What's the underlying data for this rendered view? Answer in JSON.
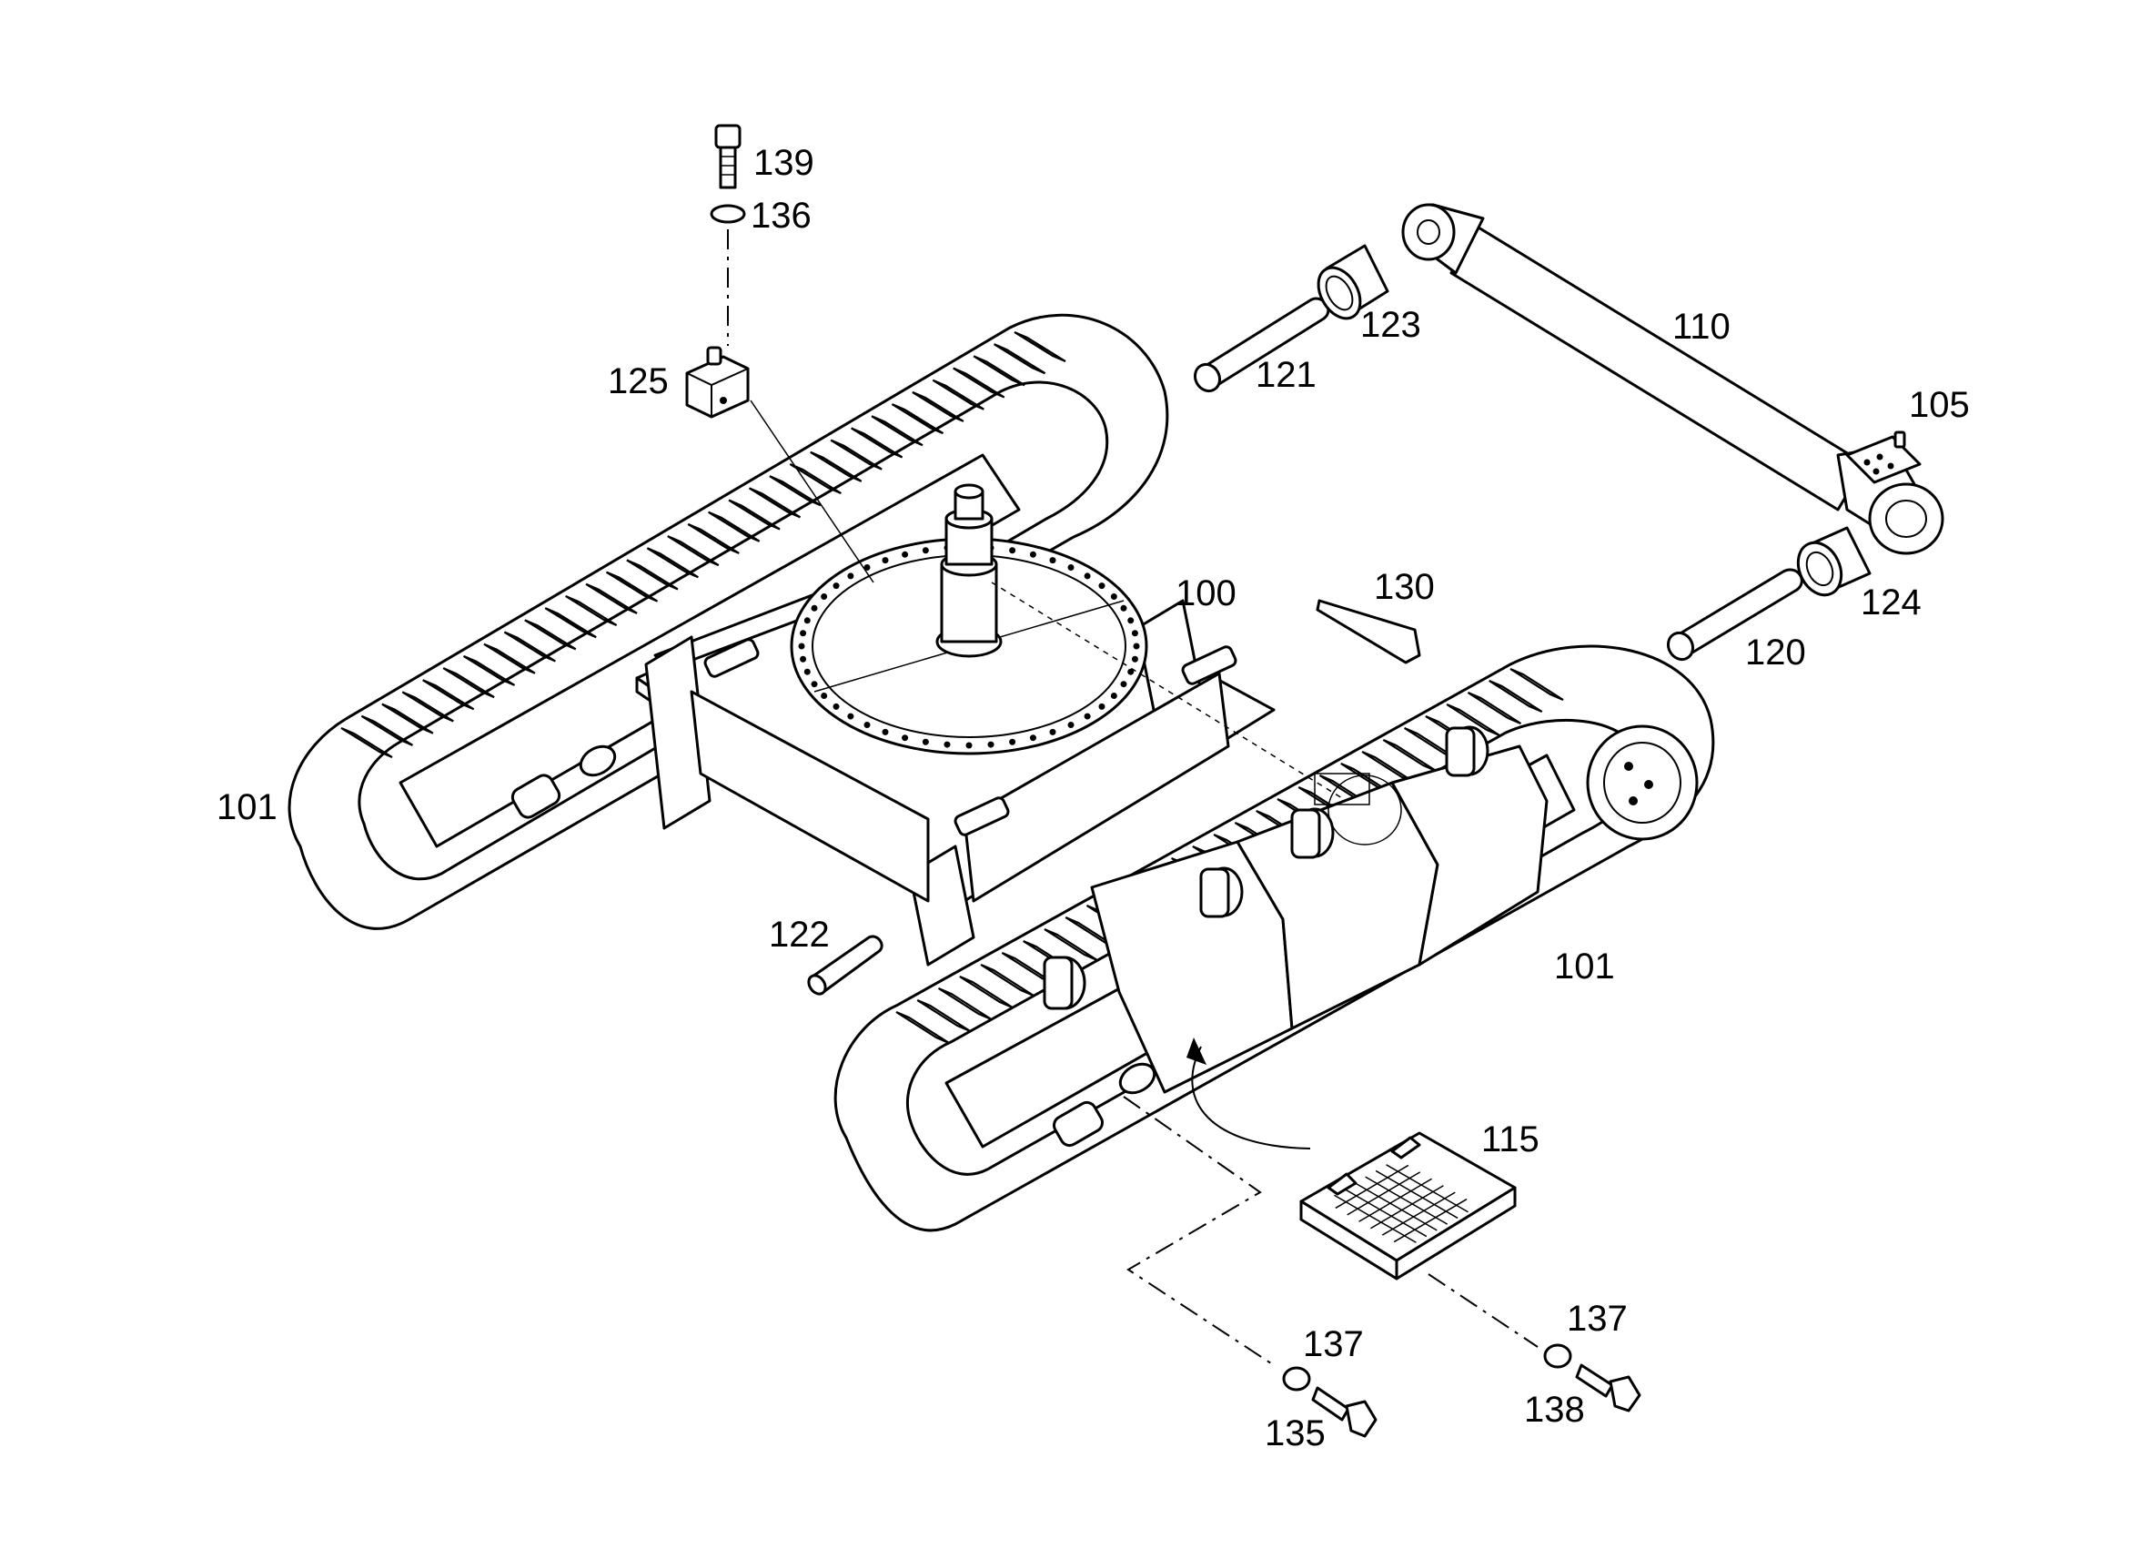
{
  "diagram": {
    "callouts": {
      "c100": "100",
      "c101a": "101",
      "c101b": "101",
      "c105": "105",
      "c110": "110",
      "c115": "115",
      "c120": "120",
      "c121": "121",
      "c122": "122",
      "c123": "123",
      "c124": "124",
      "c125": "125",
      "c130": "130",
      "c135": "135",
      "c136": "136",
      "c137a": "137",
      "c137b": "137",
      "c138": "138",
      "c139": "139"
    }
  }
}
